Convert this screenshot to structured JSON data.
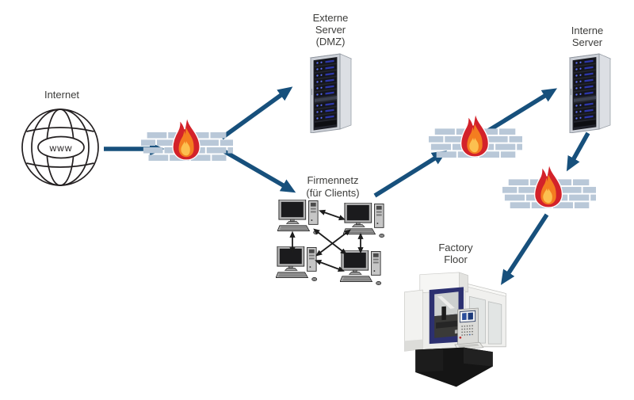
{
  "nodes": {
    "internet": {
      "label": "Internet",
      "globe_text": "www"
    },
    "external_server": {
      "lines": [
        "Externe",
        "Server",
        "(DMZ)"
      ]
    },
    "internal_server": {
      "lines": [
        "Interne",
        "Server"
      ]
    },
    "company_network": {
      "lines": [
        "Firmennetz",
        "(für Clients)"
      ]
    },
    "factory_floor": {
      "lines": [
        "Factory",
        "Floor"
      ]
    }
  },
  "icons": {
    "internet": "wireframe-globe-icon",
    "firewall": "brick-wall-flame-icon",
    "server": "server-rack-icon",
    "client": "desktop-computer-icon",
    "factory": "cnc-machine-icon"
  },
  "connections": [
    {
      "from": "internet",
      "to": "firewall-1"
    },
    {
      "from": "firewall-1",
      "to": "external_server"
    },
    {
      "from": "firewall-1",
      "to": "company_network"
    },
    {
      "from": "company_network",
      "to": "firewall-2"
    },
    {
      "from": "firewall-2",
      "to": "internal_server"
    },
    {
      "from": "internal_server",
      "to": "firewall-3"
    },
    {
      "from": "firewall-3",
      "to": "factory_floor"
    }
  ],
  "colors": {
    "arrow": "#17507c",
    "connector": "#1c1c1c",
    "brick": "#b9c8d8",
    "flame_outer": "#d3222a",
    "flame_mid": "#f47d20",
    "flame_core": "#fcc050",
    "text": "#3d3d3b",
    "globe_line": "#231f20"
  }
}
